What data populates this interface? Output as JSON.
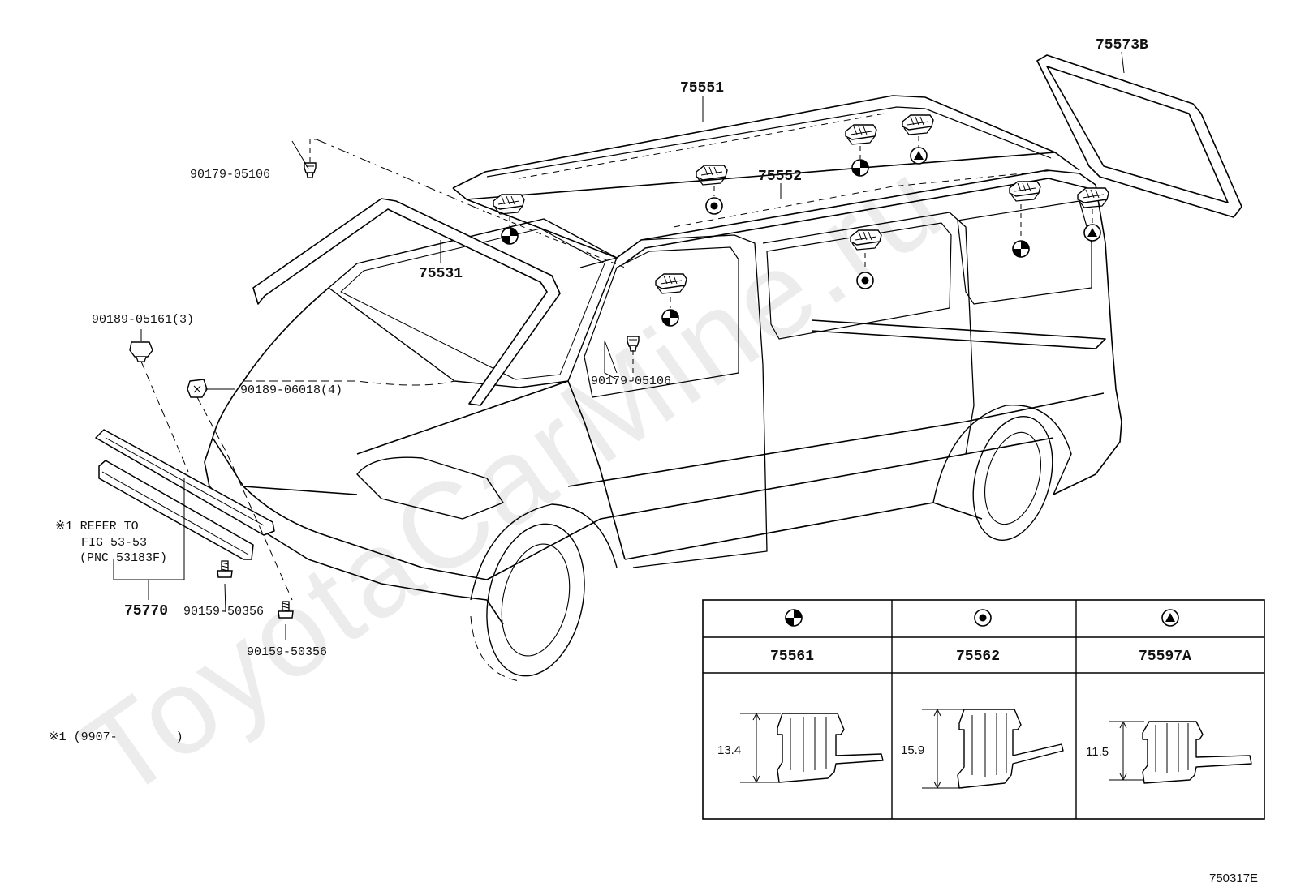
{
  "diagram": {
    "part_labels": {
      "roof_molding": "75551",
      "roof_drip_molding": "75552",
      "back_window_weatherstrip": "75573B",
      "windshield_molding": "75531",
      "clip_top": "90179-05106",
      "clip_pillar": "90179-05106",
      "clip_grille": "90189-05161(3)",
      "clip_grille_2": "90189-06018(4)",
      "grille_assembly": "75770",
      "screw_1": "90159-50356",
      "screw_2": "90159-50356"
    },
    "note_refer": {
      "line1": "※1 REFER TO",
      "line2": "FIG 53-53",
      "line3": "(PNC 53183F)"
    },
    "footnote": "※1 (9907-        )",
    "figure_code": "750317E",
    "watermark": "ToyotaCarMine.ru"
  },
  "legend_table": {
    "columns": [
      {
        "symbol": "half-filled-circle-icon",
        "part": "75561",
        "dimension": "13.4"
      },
      {
        "symbol": "dot-circle-icon",
        "part": "75562",
        "dimension": "15.9"
      },
      {
        "symbol": "filled-triangle-icon",
        "part": "75597A",
        "dimension": "11.5"
      }
    ]
  }
}
